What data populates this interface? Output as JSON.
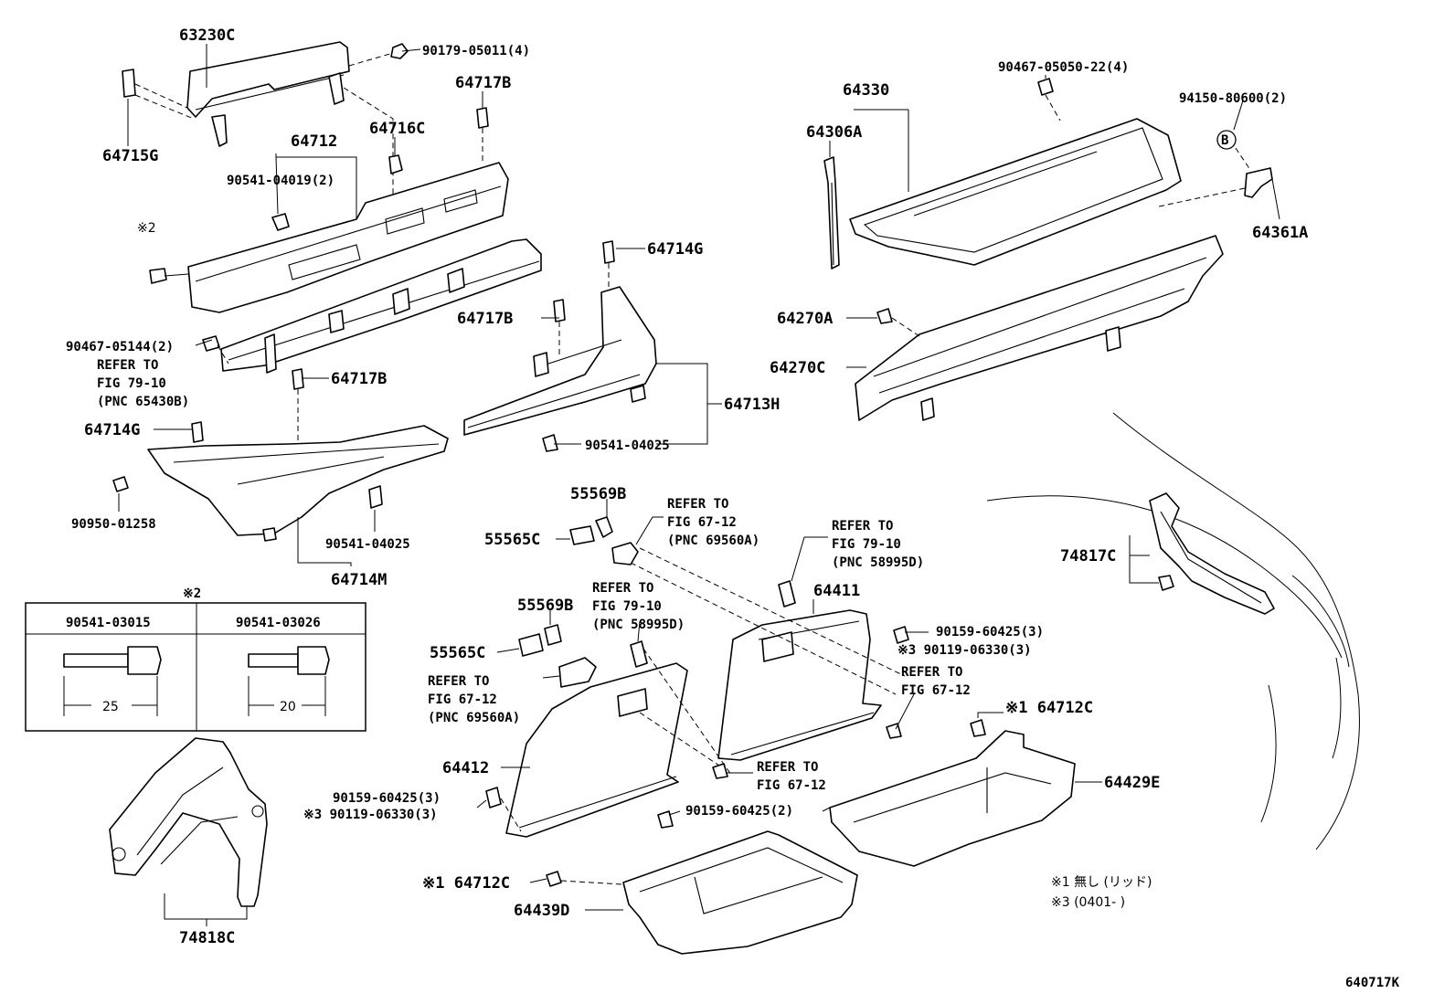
{
  "labels": {
    "p63230C": "63230C",
    "p90179": "90179-05011(4)",
    "p64717B_top": "64717B",
    "p64715G": "64715G",
    "p64712": "64712",
    "p64716C": "64716C",
    "p90541_04019": "90541-04019(2)",
    "note_x2": "※2",
    "p90467_05144": "90467-05144(2)",
    "refer_79_10_a_1": "REFER TO",
    "refer_79_10_a_2": "FIG 79-10",
    "refer_79_10_a_3": "(PNC 65430B)",
    "p64714G_right": "64714G",
    "p64717B_mid": "64717B",
    "p64717B_left": "64717B",
    "p64713H": "64713H",
    "p64714G_left": "64714G",
    "p90541_04025_right": "90541-04025",
    "p90950": "90950-01258",
    "p90541_04025_left": "90541-04025",
    "p64714M": "64714M",
    "p64330": "64330",
    "p90467_05050": "90467-05050-22(4)",
    "p94150": "94150-80600(2)",
    "p64306A": "64306A",
    "circle_b": "B",
    "p64361A": "64361A",
    "p64270A": "64270A",
    "p64270C": "64270C",
    "p55569B_top": "55569B",
    "p55565C_top": "55565C",
    "refer_67_12_a_1": "REFER TO",
    "refer_67_12_a_2": "FIG 67-12",
    "refer_67_12_a_3": "(PNC 69560A)",
    "refer_79_10_b_1": "REFER TO",
    "refer_79_10_b_2": "FIG 79-10",
    "refer_79_10_b_3": "(PNC 58995D)",
    "refer_79_10_c_1": "REFER TO",
    "refer_79_10_c_2": "FIG 79-10",
    "refer_79_10_c_3": "(PNC 58995D)",
    "p64411": "64411",
    "p55569B_bot": "55569B",
    "p55565C_bot": "55565C",
    "refer_67_12_b_1": "REFER TO",
    "refer_67_12_b_2": "FIG 67-12",
    "refer_67_12_b_3": "(PNC 69560A)",
    "p90159_right": "90159-60425(3)",
    "p90119_right": "※3 90119-06330(3)",
    "refer_67_12_c_1": "REFER TO",
    "refer_67_12_c_2": "FIG 67-12",
    "p64712C_right": "※1 64712C",
    "p74817C": "74817C",
    "p64412": "64412",
    "refer_67_12_d_1": "REFER TO",
    "refer_67_12_d_2": "FIG 67-12",
    "p64429E": "64429E",
    "p90159_left": "90159-60425(3)",
    "p90119_left": "※3 90119-06330(3)",
    "p90159_mid": "90159-60425(2)",
    "p64712C_left": "※1 64712C",
    "p64439D": "64439D",
    "p74818C": "74818C",
    "note1": "※1 無し (リッド)",
    "note3": "※3 (0401-    )",
    "fig_code": "640717K"
  },
  "inset": {
    "title": "※2",
    "col1": "90541-03015",
    "col2": "90541-03026",
    "dim1": "25",
    "dim2": "20"
  }
}
